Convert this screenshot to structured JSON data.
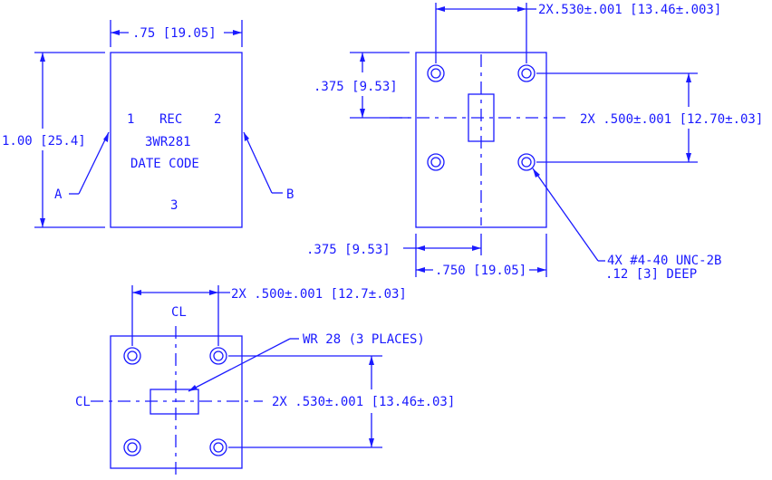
{
  "colors": {
    "ink": "#1a1aff",
    "background": "#ffffff"
  },
  "views": {
    "top_left": {
      "dim_width": ".75 [19.05]",
      "dim_height": "1.00 [25.4]",
      "label_port1": "1",
      "label_rec": "REC",
      "label_port2": "2",
      "part_number": "3WR281",
      "date_code": "DATE CODE",
      "label_port3": "3",
      "callout_a": "A",
      "callout_b": "B"
    },
    "top_right": {
      "dim_hole_spacing_x": "2X.530±.001 [13.46±.003]",
      "dim_offset_y": ".375 [9.53]",
      "dim_hole_spacing_y": "2X .500±.001 [12.70±.03]",
      "dim_offset_x": ".375 [9.53]",
      "dim_width": ".750 [19.05]",
      "thread_callout_line1": "4X #4-40 UNC-2B",
      "thread_callout_line2": ".12 [3] DEEP"
    },
    "bottom": {
      "dim_hole_spacing_x": "2X .500±.001 [12.7±.03]",
      "centerline_symbol_top": "CL",
      "centerline_symbol_left": "CL",
      "waveguide_note": "WR 28 (3 PLACES)",
      "dim_hole_spacing_y": "2X .530±.001 [13.46±.03]"
    }
  }
}
